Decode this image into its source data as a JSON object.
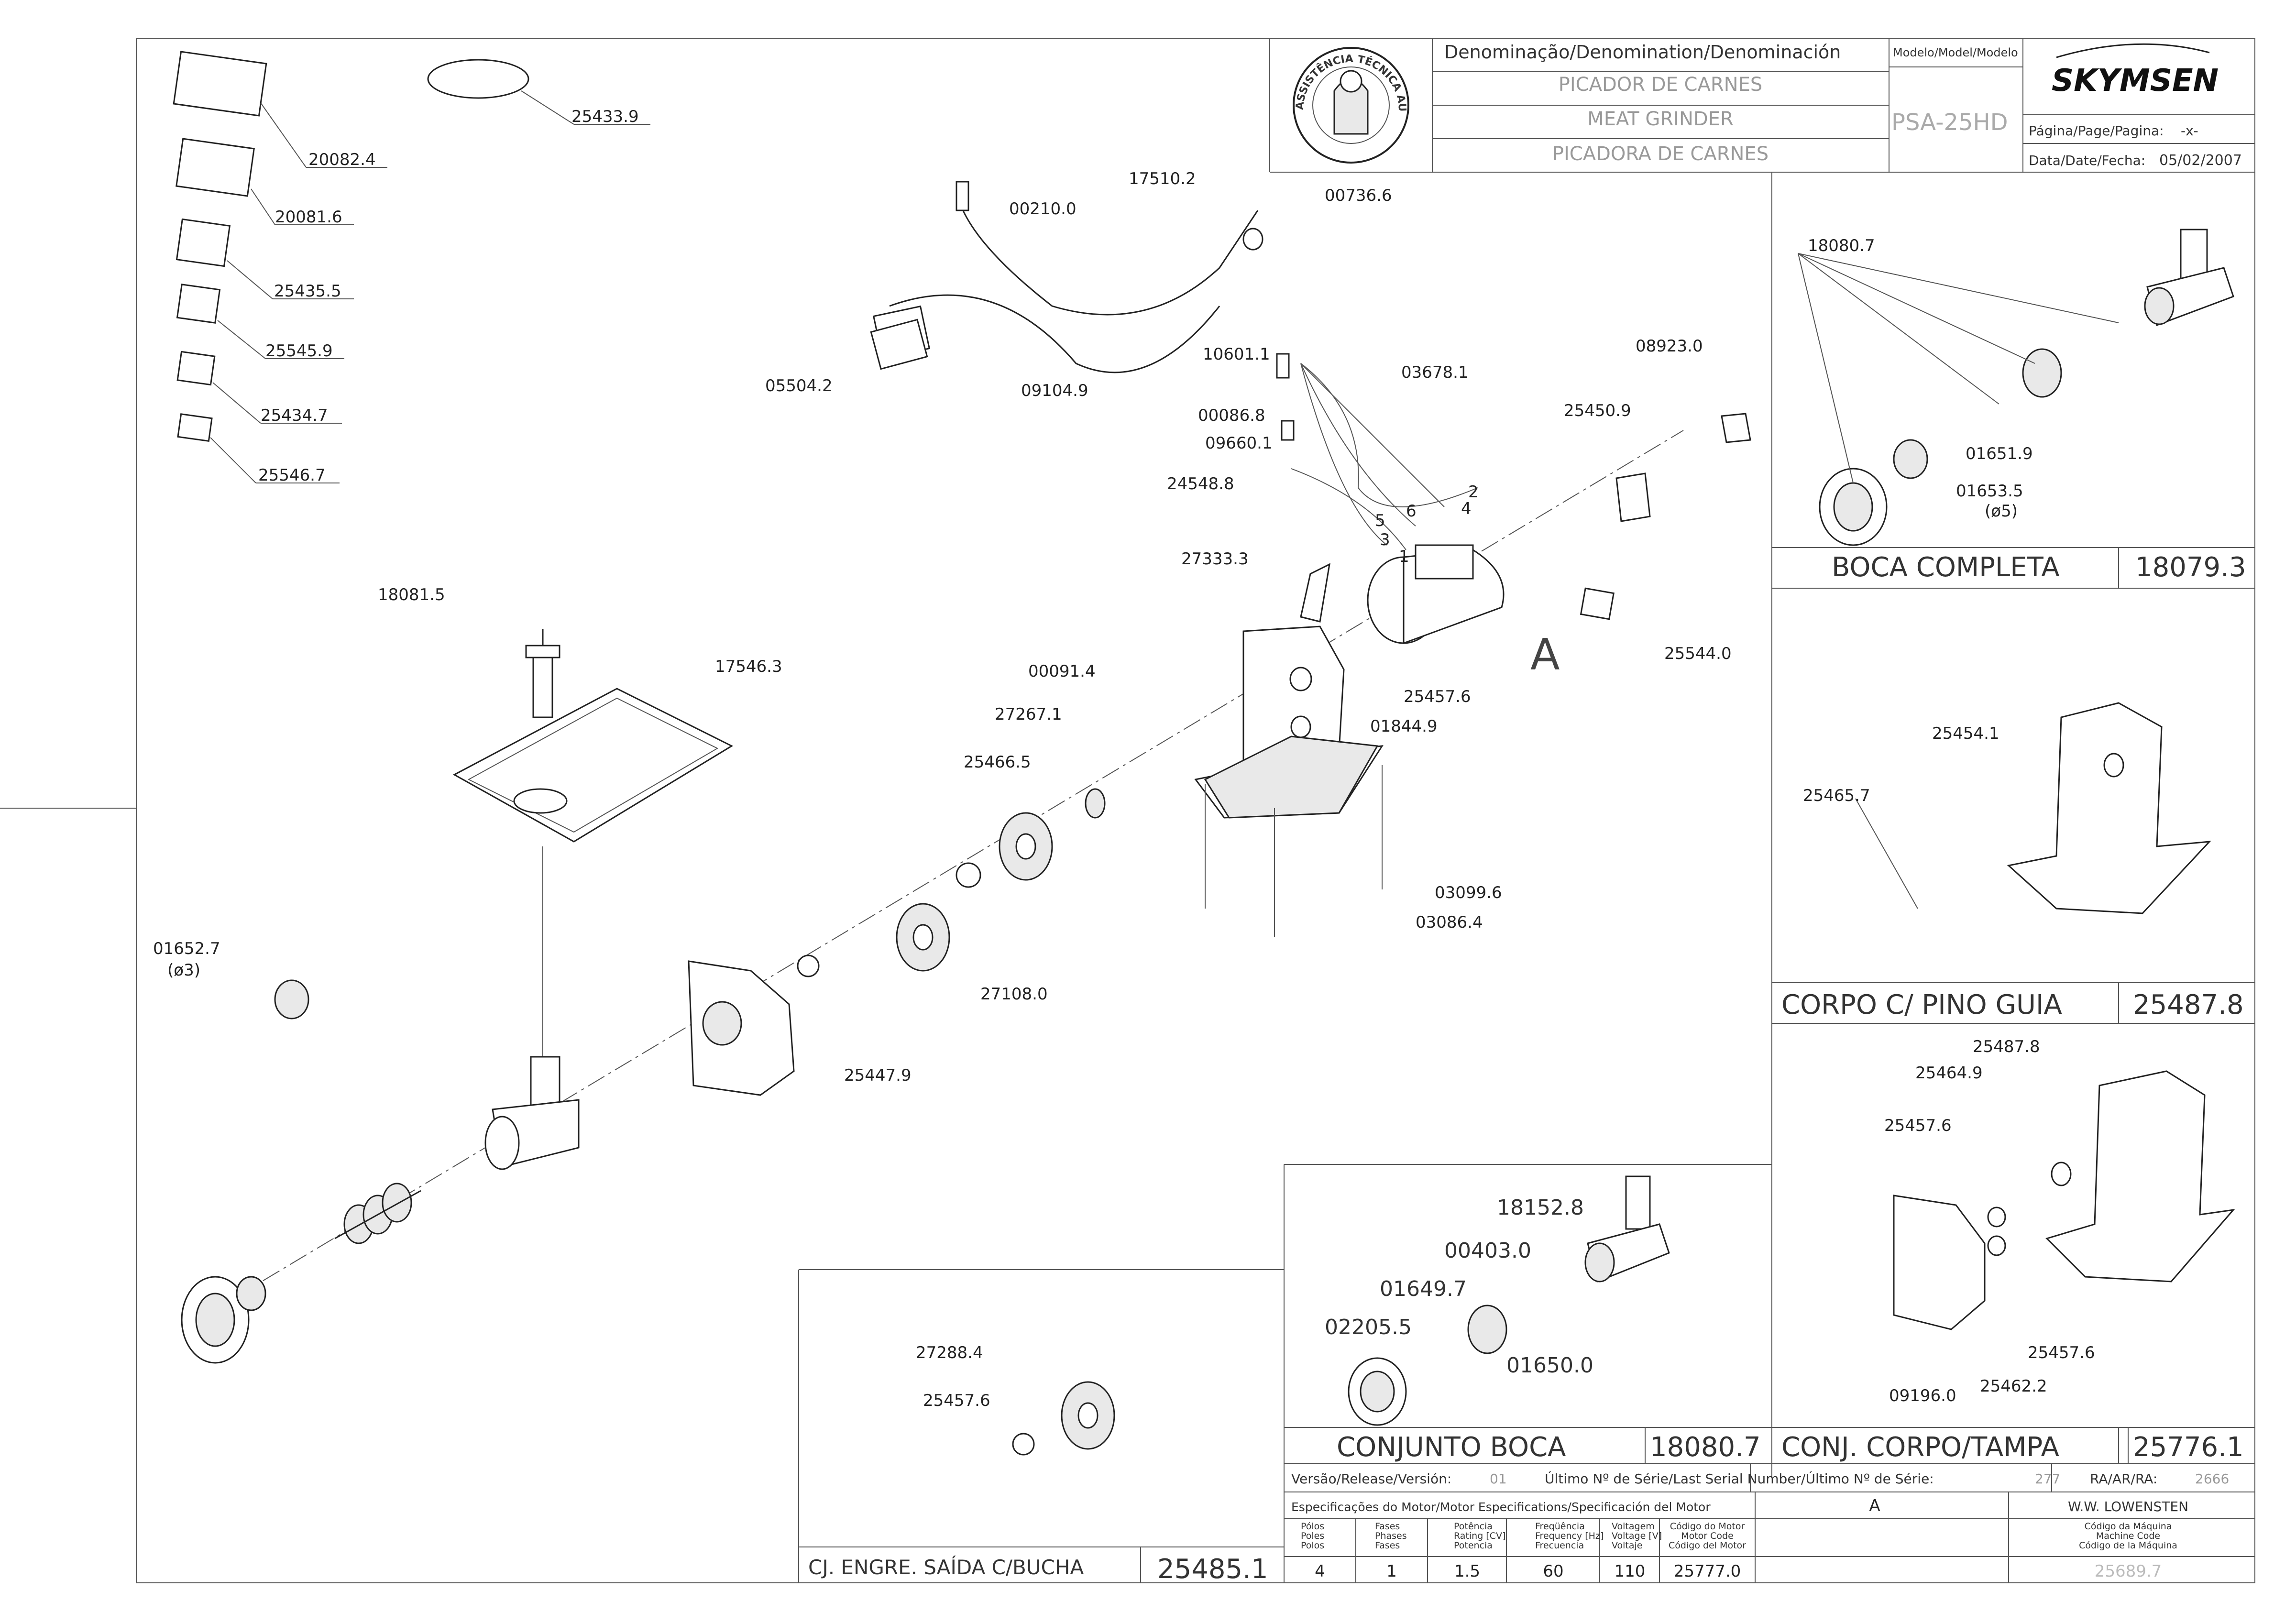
{
  "title_block": {
    "denomination_header": "Denominação/Denomination/Denominación",
    "name_pt": "PICADOR DE CARNES",
    "name_en": "MEAT GRINDER",
    "name_es": "PICADORA DE CARNES",
    "model_header": "Modelo/Model/Modelo",
    "model": "PSA-25HD",
    "brand": "SKYMSEN",
    "page_label": "Página/Page/Pagina:",
    "page_value": "-x-",
    "date_label": "Data/Date/Fecha:",
    "date_value": "05/02/2007",
    "seal_text": "ASSISTÊNCIA TÉCNICA AUTORIZADA"
  },
  "part_labels": [
    "20082.4",
    "25433.9",
    "20081.6",
    "25435.5",
    "25545.9",
    "25434.7",
    "25546.7",
    "17510.2",
    "00736.6",
    "00210.0",
    "05504.2",
    "09104.9",
    "10601.1",
    "03678.1",
    "00086.8",
    "09660.1",
    "08923.0",
    "25450.9",
    "24548.8",
    "27333.3",
    "25544.0",
    "18081.5",
    "17546.3",
    "00091.4",
    "27267.1",
    "25466.5",
    "25457.6",
    "01844.9",
    "03099.6",
    "03086.4",
    "27108.0",
    "01652.7",
    "(ø3)",
    "25447.9",
    "27288.4",
    "25457.6",
    "18152.8",
    "00403.0",
    "01649.7",
    "02205.5",
    "01650.0",
    "18080.7",
    "01651.9",
    "01653.5",
    "(ø5)",
    "25454.1",
    "25465.7",
    "25487.8",
    "25464.9",
    "25457.6",
    "25457.6",
    "09196.0",
    "25462.2",
    "2",
    "4",
    "5",
    "6",
    "3",
    "1"
  ],
  "callout_A": "A",
  "panels": {
    "boca_completa": {
      "name": "BOCA COMPLETA",
      "code": "18079.3"
    },
    "corpo_pino": {
      "name": "CORPO C/ PINO GUIA",
      "code": "25487.8"
    },
    "conjunto_boca": {
      "name": "CONJUNTO BOCA",
      "code": "18080.7"
    },
    "conj_corpo": {
      "name": "CONJ. CORPO/TAMPA",
      "code": "25776.1"
    },
    "cj_engre": {
      "name": "CJ. ENGRE. SAÍDA C/BUCHA",
      "code": "25485.1"
    }
  },
  "footer": {
    "version_label": "Versão/Release/Versión:",
    "version_value": "01",
    "serial_label": "Último Nº de Série/Last Serial Number/Último Nº de Série:",
    "serial_value": "277",
    "ra_label": "RA/AR/RA:",
    "ra_value": "2666",
    "motor_spec_label": "Especificações do Motor/Motor Especifications/Specificación del Motor",
    "motor_callout": "A",
    "designer": "W.W. LOWENSTEN",
    "columns": [
      {
        "h1": "Pólos",
        "h2": "Poles",
        "h3": "Polos",
        "value": "4"
      },
      {
        "h1": "Fases",
        "h2": "Phases",
        "h3": "Fases",
        "value": "1"
      },
      {
        "h1": "Potência",
        "h2": "Rating [CV]",
        "h3": "Potencia",
        "value": "1.5"
      },
      {
        "h1": "Freqüência",
        "h2": "Frequency [Hz]",
        "h3": "Frecuencia",
        "value": "60"
      },
      {
        "h1": "Voltagem",
        "h2": "Voltage [V]",
        "h3": "Voltaje",
        "value": "110"
      },
      {
        "h1": "Código do Motor",
        "h2": "Motor Code",
        "h3": "Código del Motor",
        "value": "25777.0"
      },
      {
        "h1": "Código da Máquina",
        "h2": "Machine Code",
        "h3": "Código de la Máquina",
        "value": "25689.7"
      }
    ]
  }
}
